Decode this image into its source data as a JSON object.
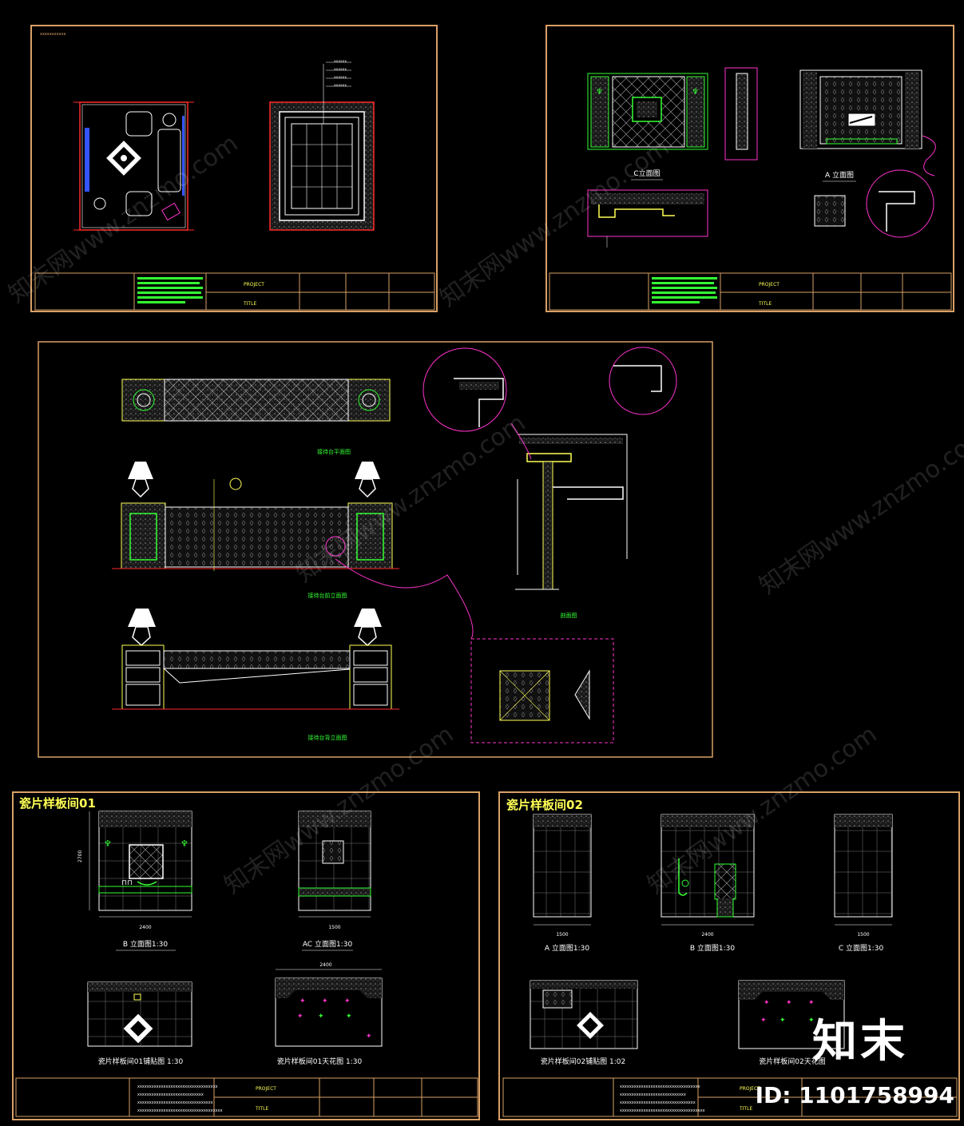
{
  "watermark": {
    "text": "知末网www.znzmo.com",
    "logo": "知末",
    "id_label": "ID: 1101758994"
  },
  "sheets": {
    "sheet1": {
      "title_block": {
        "project_label": "PROJECT",
        "title_label": "TITLE"
      }
    },
    "sheet2": {
      "title_block": {
        "project_label": "PROJECT",
        "title_label": "TITLE"
      },
      "captions": {
        "c_elevation": "C立面图",
        "a_elevation": "A 立面图"
      }
    },
    "sheet3": {
      "captions": {
        "plan": "接待台平面图",
        "front_elevation": "接待台前立面图",
        "back_elevation": "接待台背立面图",
        "section": "剖面图"
      }
    },
    "sheet4": {
      "title": "瓷片样板间01",
      "captions": {
        "b_elev": "B 立面图1:30",
        "ac_elev": "AC 立面图1:30",
        "floor": "瓷片样板间01铺贴图 1:30",
        "ceiling": "瓷片样板间01天花图 1:30"
      },
      "dims": {
        "height": "2700",
        "width_total": "2400",
        "width_total_ac": "1500",
        "ceiling_width": "2400"
      },
      "title_block": {
        "project_label": "PROJECT",
        "title_label": "TITLE"
      }
    },
    "sheet5": {
      "title": "瓷片样板间02",
      "captions": {
        "a_elev": "A 立面图1:30",
        "b_elev": "B 立面图1:30",
        "c_elev": "C 立面图1:30",
        "floor": "瓷片样板间02铺贴图 1:02",
        "ceiling": "瓷片样板间02天花图"
      },
      "dims": {
        "a_width": "1500",
        "b_width": "2400",
        "c_width": "1500"
      },
      "title_block": {
        "project_label": "PROJECT",
        "title_label": "TITLE"
      }
    }
  },
  "colors": {
    "frame": "#d9a066",
    "frame_red": "#ff2a2a",
    "green": "#33ff33",
    "white": "#ffffff",
    "yellow": "#ffff00",
    "magenta": "#ff33cc",
    "grey": "#9a9a9a"
  }
}
